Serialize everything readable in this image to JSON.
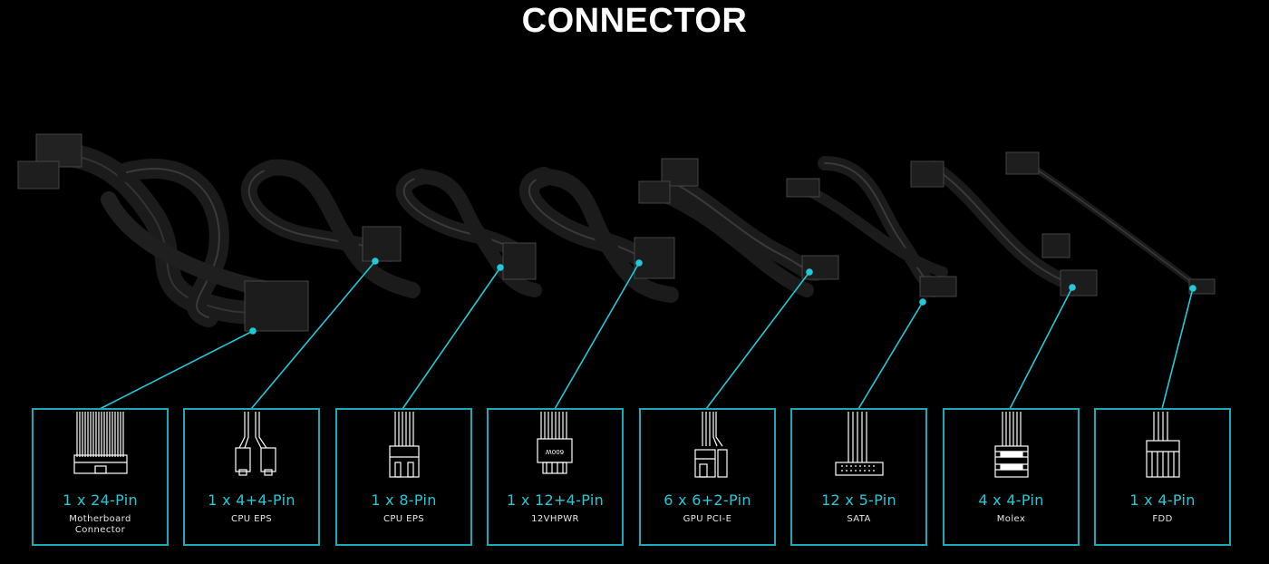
{
  "title": "CONNECTOR",
  "accent_color": "#1aa9b8",
  "connectors": [
    {
      "label": "1 x 24-Pin",
      "description": "Motherboard Connector",
      "icon": "24-pin-connector-icon"
    },
    {
      "label": "1 x 4+4-Pin",
      "description": "CPU EPS",
      "icon": "4-plus-4-pin-connector-icon"
    },
    {
      "label": "1 x 8-Pin",
      "description": "CPU EPS",
      "icon": "8-pin-connector-icon"
    },
    {
      "label": "1 x 12+4-Pin",
      "description": "12VHPWR",
      "icon": "12-plus-4-pin-connector-icon",
      "icon_text": "600W"
    },
    {
      "label": "6 x 6+2-Pin",
      "description": "GPU PCI-E",
      "icon": "6-plus-2-pin-connector-icon"
    },
    {
      "label": "12 x 5-Pin",
      "description": "SATA",
      "icon": "sata-connector-icon"
    },
    {
      "label": "4 x 4-Pin",
      "description": "Molex",
      "icon": "molex-connector-icon"
    },
    {
      "label": "1 x 4-Pin",
      "description": "FDD",
      "icon": "fdd-connector-icon"
    }
  ]
}
